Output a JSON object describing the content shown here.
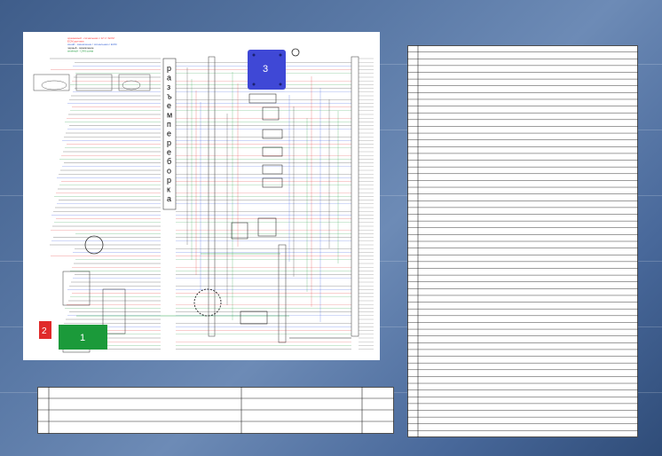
{
  "diagram": {
    "legend": [
      {
        "text": "оранжевый - сигнальная с 12 V / ECM",
        "color": "#ff3b3b"
      },
      {
        "text": "ECM датчики",
        "color": "#ff3b3b"
      },
      {
        "text": "синий - заземление / сигнальная с ECM",
        "color": "#3b66d6"
      },
      {
        "text": "черный - заземление",
        "color": "#222222"
      },
      {
        "text": "зелёный - CAN шина",
        "color": "#1a9b3a"
      }
    ],
    "connector_letters": [
      "р",
      "а",
      "з",
      "ъ",
      "е",
      "м",
      "п",
      "е",
      "р",
      "е",
      "б",
      "о",
      "р",
      "к",
      "а"
    ],
    "labels": {
      "block_number_1": "1",
      "block_number_2": "2",
      "block_number_3": "3"
    },
    "colors": {
      "wire_red": "#e23a3a",
      "wire_blue": "#3a5ee2",
      "wire_green": "#2ca24a",
      "wire_black": "#222222",
      "block_green": "#1b9a3a",
      "block_red": "#e02a2a",
      "block_blue": "#3f48d6"
    }
  }
}
